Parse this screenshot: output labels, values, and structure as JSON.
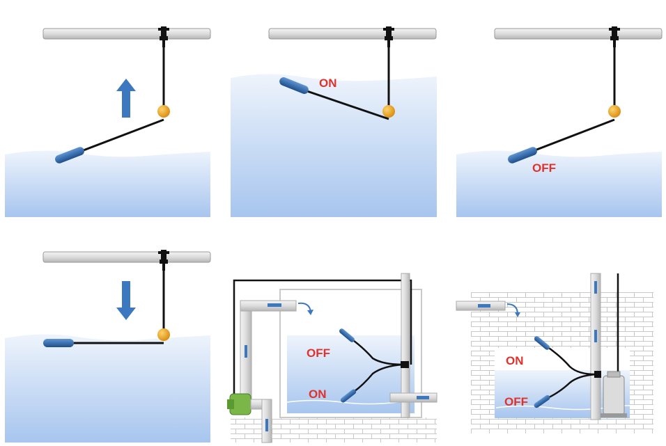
{
  "panels": {
    "p2": {
      "label": "ON"
    },
    "p3": {
      "label": "OFF"
    },
    "p5": {
      "upper_label": "OFF",
      "lower_label": "ON"
    },
    "p6": {
      "upper_label": "ON",
      "lower_label": "OFF"
    }
  },
  "colors": {
    "water_top": "#eaf2fb",
    "water_bottom": "#a9c7ee",
    "float": "#2f6aab",
    "pivot": "#f2a51f",
    "arrow": "#3b78c0",
    "pipe": "#d8d8d8",
    "label": "#e0322c",
    "pump": "#7ab648"
  },
  "icons": {
    "panel1_arrow": "arrow-up-icon",
    "panel4_arrow": "arrow-down-icon"
  }
}
